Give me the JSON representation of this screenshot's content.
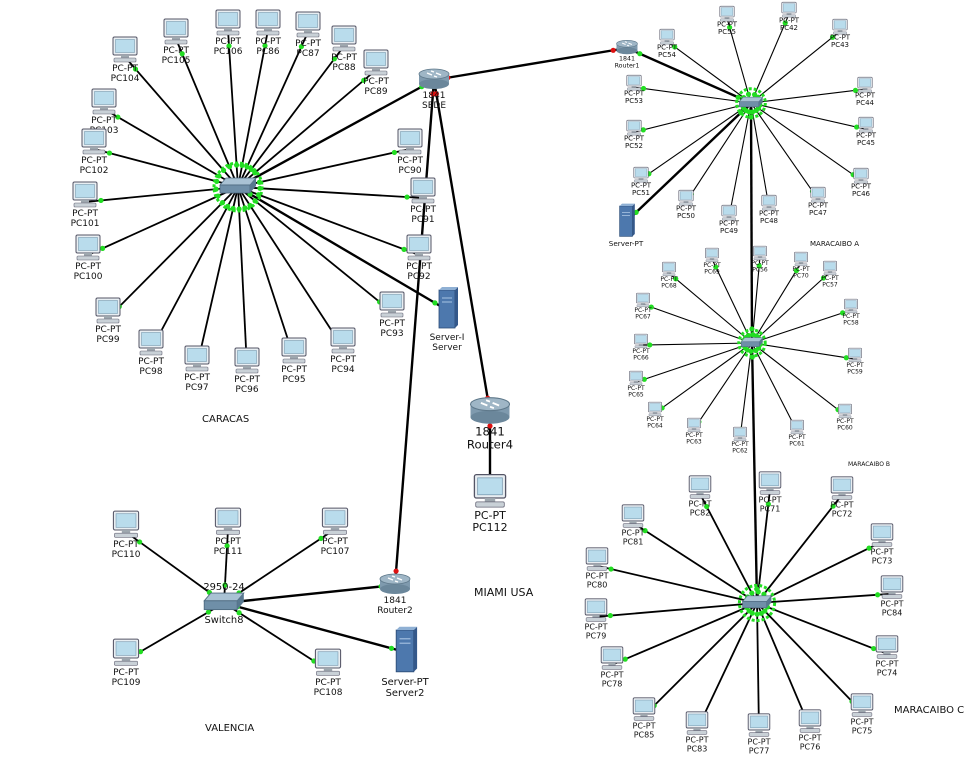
{
  "colors": {
    "link": "#000000",
    "port_up": "#22dd22",
    "port_down": "#dd1111",
    "switch": "#6f8fa8",
    "router": "#9fb6c6",
    "server": "#4d78ad",
    "pc_screen": "#b9dcec",
    "pc_body": "#9ea7ae"
  },
  "areas": [
    {
      "id": "caracas",
      "label": "CARACAS"
    },
    {
      "id": "miami",
      "label": "MIAMI USA"
    },
    {
      "id": "valencia",
      "label": "VALENCIA"
    },
    {
      "id": "maracaibo_a",
      "label": "MARACAIBO A"
    },
    {
      "id": "maracaibo_b",
      "label": "MARACAIBO B"
    },
    {
      "id": "maracaibo_c",
      "label": "MARACAIBO C"
    }
  ],
  "devices": {
    "sede": {
      "type": "router",
      "model": "1841",
      "name": "SEDE",
      "icon": "router-icon"
    },
    "router1": {
      "type": "router",
      "model": "1841",
      "name": "Router1",
      "icon": "router-icon"
    },
    "router2": {
      "type": "router",
      "model": "1841",
      "name": "Router2",
      "icon": "router-icon"
    },
    "router4": {
      "type": "router",
      "model": "1841",
      "name": "Router4",
      "icon": "router-icon"
    },
    "switch_caracas": {
      "type": "switch",
      "model": "",
      "name": "",
      "icon": "switch-icon"
    },
    "switch_a": {
      "type": "switch",
      "model": "",
      "name": "",
      "icon": "switch-icon"
    },
    "switch_b": {
      "type": "switch",
      "model": "",
      "name": "",
      "icon": "switch-icon"
    },
    "switch_c": {
      "type": "switch",
      "model": "",
      "name": "",
      "icon": "switch-icon"
    },
    "switch8": {
      "type": "switch",
      "model": "2950-24",
      "name": "Switch8",
      "icon": "switch-icon"
    },
    "server_caracas": {
      "type": "server",
      "model": "Server-I",
      "name": "Server",
      "icon": "server-icon"
    },
    "server_a": {
      "type": "server",
      "model": "Server-PT",
      "name": "",
      "icon": "server-icon"
    },
    "server2": {
      "type": "server",
      "model": "Server-PT",
      "name": "Server2",
      "icon": "server-icon"
    },
    "pc112": {
      "type": "pc",
      "model": "PC-PT",
      "name": "PC112",
      "icon": "pc-icon"
    }
  },
  "pc_groups": {
    "caracas": {
      "model": "PC-PT",
      "names": [
        "PC104",
        "PC105",
        "PC106",
        "PC86",
        "PC87",
        "PC88",
        "PC89",
        "PC103",
        "PC102",
        "PC101",
        "PC100",
        "PC99",
        "PC98",
        "PC97",
        "PC96",
        "PC95",
        "PC94",
        "PC93",
        "PC92",
        "PC91",
        "PC90"
      ]
    },
    "maracaibo_a": {
      "model": "PC-PT",
      "names": [
        "PC54",
        "PC55",
        "PC42",
        "PC43",
        "PC44",
        "PC45",
        "PC46",
        "PC47",
        "PC48",
        "PC49",
        "PC50",
        "PC51",
        "PC52",
        "PC53"
      ]
    },
    "maracaibo_b": {
      "model": "PC-PT",
      "names": [
        "PC68",
        "PC69",
        "PC56",
        "PC70",
        "PC57",
        "PC58",
        "PC59",
        "PC60",
        "PC61",
        "PC62",
        "PC63",
        "PC64",
        "PC65",
        "PC66",
        "PC67"
      ]
    },
    "maracaibo_c": {
      "model": "PC-PT",
      "names": [
        "PC82",
        "PC71",
        "PC72",
        "PC73",
        "PC84",
        "PC74",
        "PC75",
        "PC76",
        "PC77",
        "PC83",
        "PC85",
        "PC78",
        "PC79",
        "PC80",
        "PC81"
      ]
    },
    "valencia": {
      "model": "PC-PT",
      "names": [
        "PC110",
        "PC111",
        "PC107",
        "PC109",
        "PC108"
      ]
    }
  },
  "links": [
    [
      "sede",
      "router1"
    ],
    [
      "sede",
      "switch_caracas"
    ],
    [
      "sede",
      "router4"
    ],
    [
      "sede",
      "router2"
    ],
    [
      "router4",
      "pc112"
    ],
    [
      "router1",
      "switch_a"
    ],
    [
      "switch_a",
      "server_a"
    ],
    [
      "switch_a",
      "switch_b"
    ],
    [
      "switch_b",
      "switch_c"
    ],
    [
      "switch_caracas",
      "server_caracas"
    ],
    [
      "router2",
      "switch8"
    ],
    [
      "switch8",
      "server2"
    ]
  ]
}
